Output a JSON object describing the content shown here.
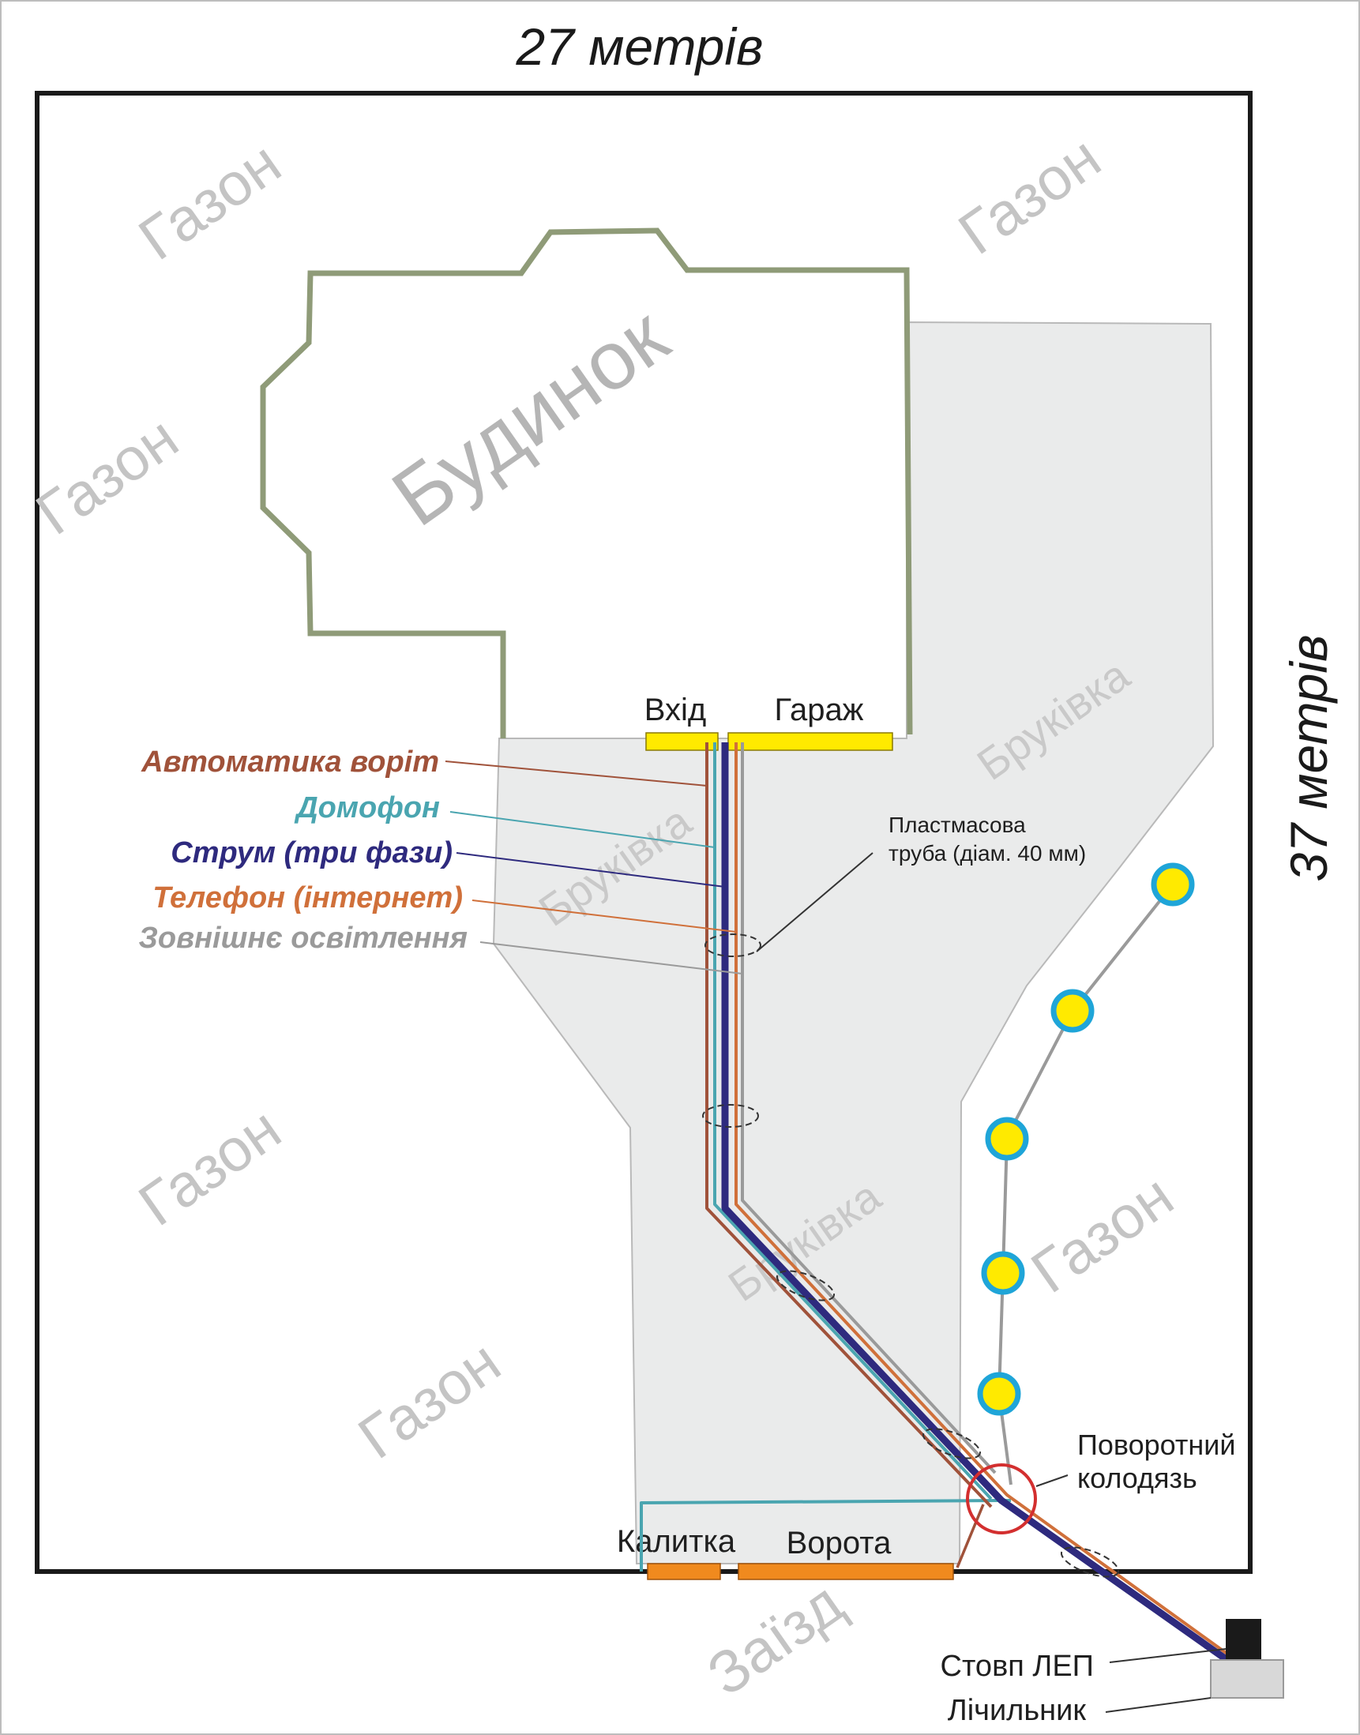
{
  "dimensions": {
    "width_label": "27 метрів",
    "height_label": "37 метрів"
  },
  "zones": {
    "lawn_labels": [
      "Газон",
      "Газон",
      "Газон",
      "Газон",
      "Газон",
      "Газон"
    ],
    "house_label": "Будинок",
    "paving_labels": [
      "Бруківка",
      "Бруківка",
      "Бруківка"
    ],
    "driveway_label": "Заїзд"
  },
  "entrances": {
    "entrance": "Вхід",
    "garage": "Гараж",
    "wicket": "Калитка",
    "gate": "Ворота"
  },
  "cables": [
    {
      "label": "Автоматика воріт",
      "color": "#a0523a"
    },
    {
      "label": "Домофон",
      "color": "#4aa5b0"
    },
    {
      "label": "Струм (три фази)",
      "color": "#2e2a7e"
    },
    {
      "label": "Телефон (інтернет)",
      "color": "#d0703a"
    },
    {
      "label": "Зовнішнє освітлення",
      "color": "#9a9a9a"
    }
  ],
  "notes": {
    "pipe_line1": "Пластмасова",
    "pipe_line2": "труба (діам. 40 мм)",
    "well_line1": "Поворотний",
    "well_line2": "колодязь",
    "pole": "Стовп ЛЕП",
    "meter": "Лічильник"
  },
  "colors": {
    "plot_border": "#1a1a1a",
    "house_outline": "#8f9b78",
    "paving": "#eaebeb",
    "door_marker": "#ffea00",
    "gate_marker": "#f08a1e",
    "lamp_fill": "#ffea00",
    "lamp_ring": "#1fa5d8",
    "well": "#d32f2f"
  }
}
